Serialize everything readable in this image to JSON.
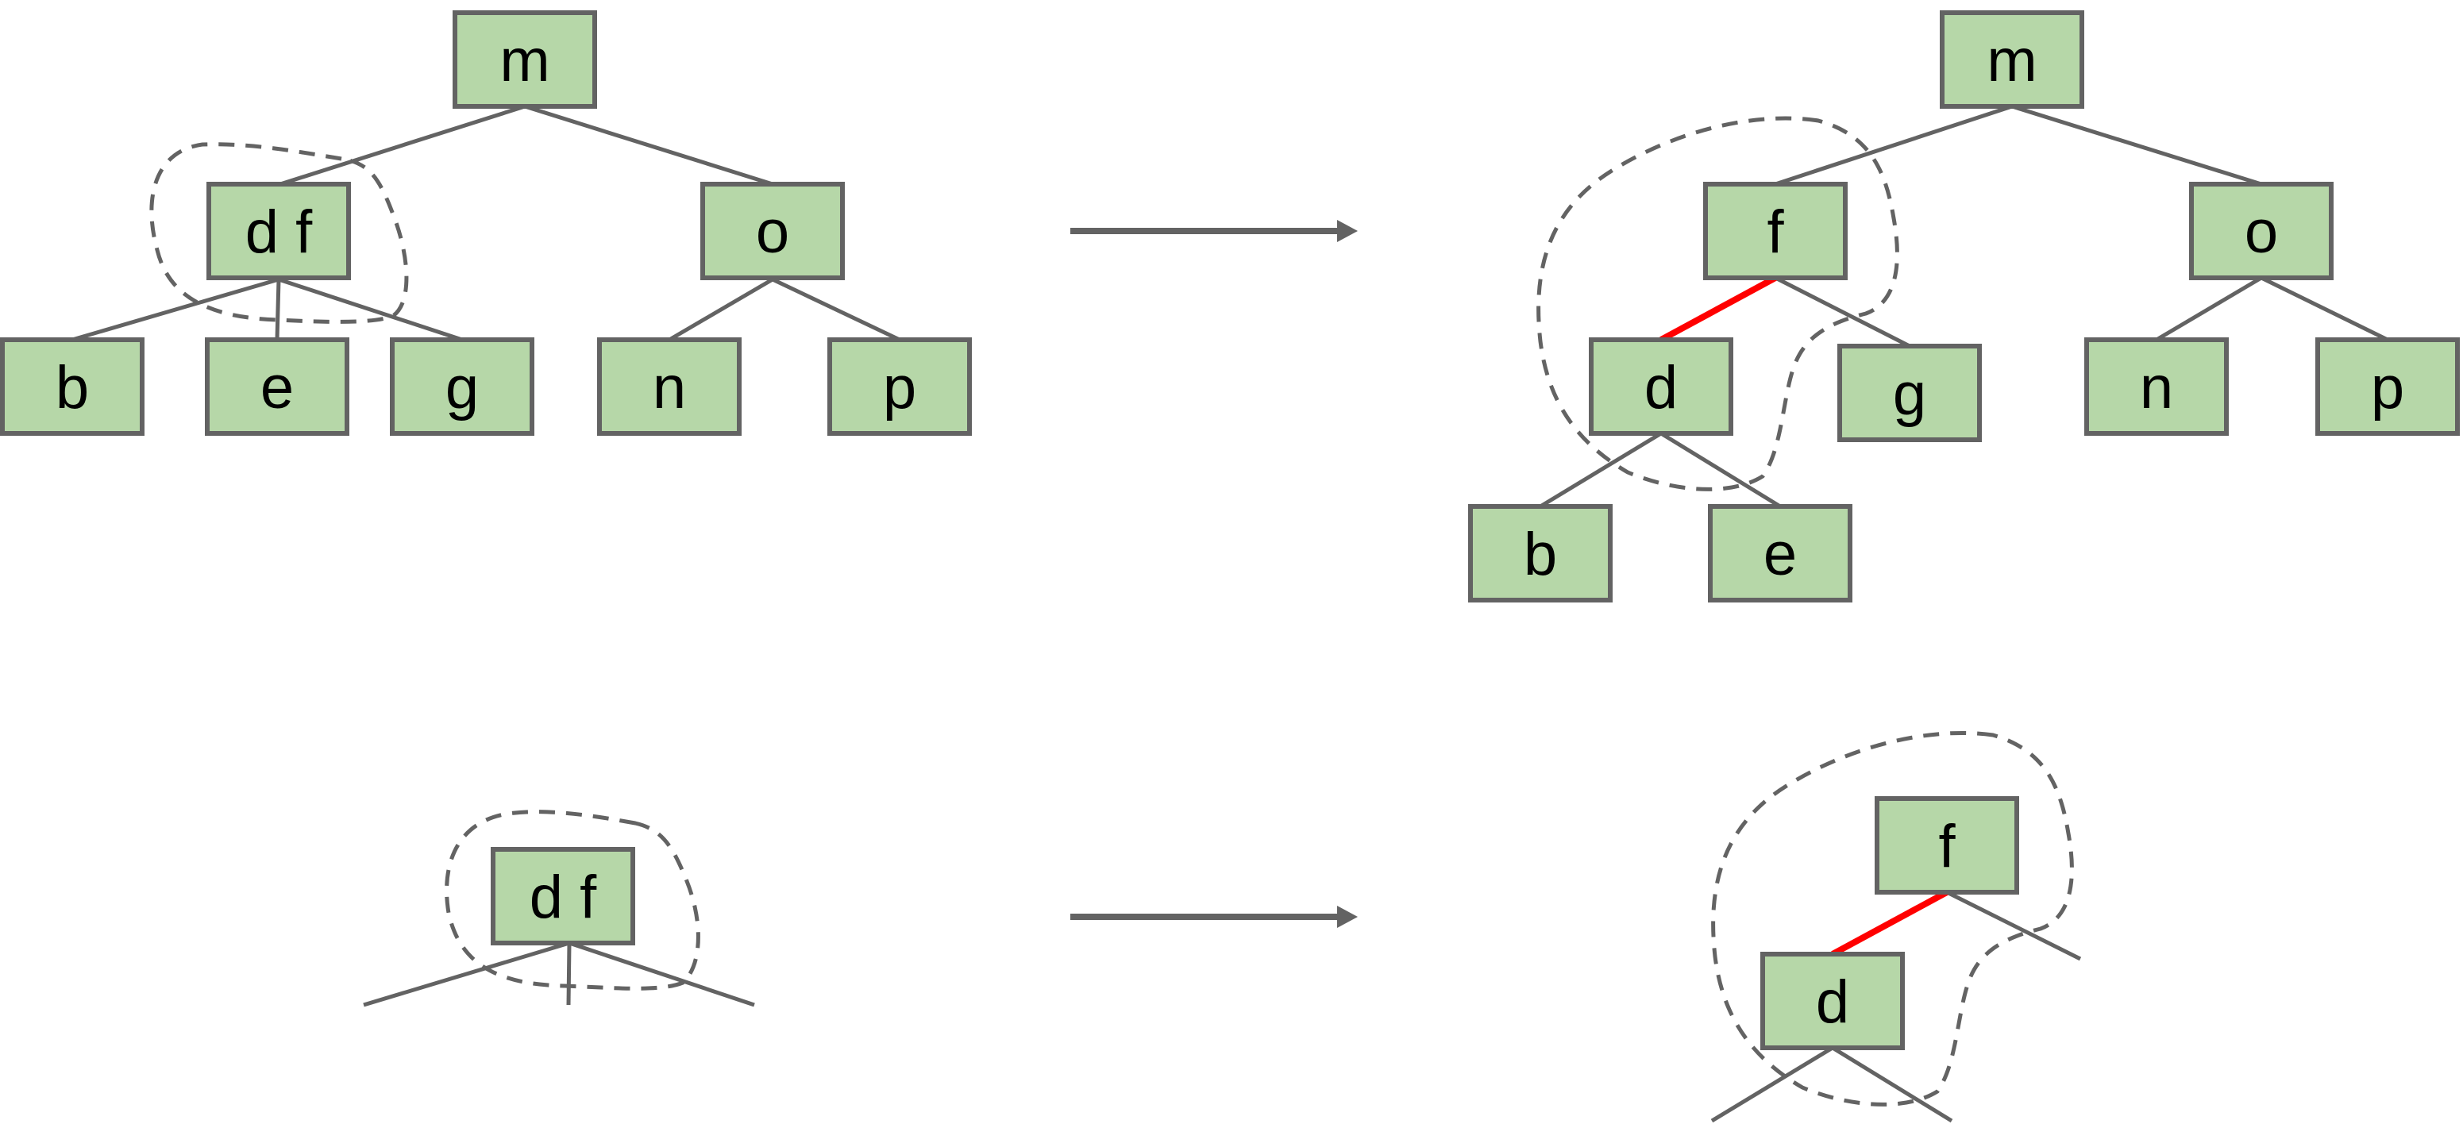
{
  "colors": {
    "node_fill": "#b6d7a8",
    "node_stroke": "#636363",
    "edge": "#636363",
    "highlight_edge": "#ff0000",
    "background": "#ffffff"
  },
  "top_left": {
    "root": "m",
    "split_node": "d f",
    "right_child": "o",
    "leaves": [
      "b",
      "e",
      "g",
      "n",
      "p"
    ]
  },
  "top_right": {
    "root": "m",
    "upper": "f",
    "lower": "d",
    "right_child": "o",
    "leaves": [
      "g",
      "n",
      "p",
      "b",
      "e"
    ]
  },
  "bottom_left": {
    "split_node": "d f"
  },
  "bottom_right": {
    "upper": "f",
    "lower": "d"
  }
}
